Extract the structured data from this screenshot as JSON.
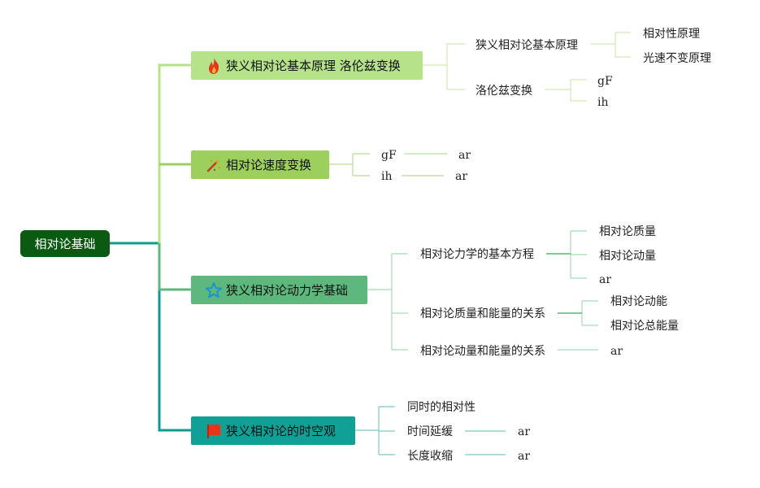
{
  "root": {
    "label": "相对论基础"
  },
  "branches": [
    {
      "label": "狭义相对论基本原理 洛伦兹变换",
      "icon": "fire-icon",
      "color": "#b6e389",
      "children": [
        {
          "label": "狭义相对论基本原理",
          "children": [
            "相对性原理",
            "光速不变原理"
          ]
        },
        {
          "label": "洛伦兹变换",
          "children": [
            "gF",
            "ih"
          ]
        }
      ]
    },
    {
      "label": "相对论速度变换",
      "icon": "sparkle-wand-icon",
      "color": "#9ccf5c",
      "children": [
        {
          "label": "gF",
          "children": [
            "ar"
          ]
        },
        {
          "label": "ih",
          "children": [
            "ar"
          ]
        }
      ]
    },
    {
      "label": "狭义相对论动力学基础",
      "icon": "star-icon",
      "color": "#5cb87c",
      "children": [
        {
          "label": "相对论力学的基本方程",
          "children": [
            "相对论质量",
            "相对论动量",
            "ar"
          ]
        },
        {
          "label": "相对论质量和能量的关系",
          "children": [
            "相对论动能",
            "相对论总能量"
          ]
        },
        {
          "label": "相对论动量和能量的关系",
          "children": [
            "ar"
          ]
        }
      ]
    },
    {
      "label": "狭义相对论的时空观",
      "icon": "red-flag-icon",
      "color": "#10a096",
      "children": [
        {
          "label": "同时的相对性",
          "children": []
        },
        {
          "label": "时间延缓",
          "children": [
            "ar"
          ]
        },
        {
          "label": "长度收缩",
          "children": [
            "ar"
          ]
        }
      ]
    }
  ],
  "colors": {
    "root": "#0a5a12",
    "root_connector": "#0f9a8c",
    "branch1_line": "#b6e389",
    "branch2_line": "#9ccf5c",
    "branch3_line": "#5cb87c",
    "branch4_line": "#0f9a8c"
  }
}
